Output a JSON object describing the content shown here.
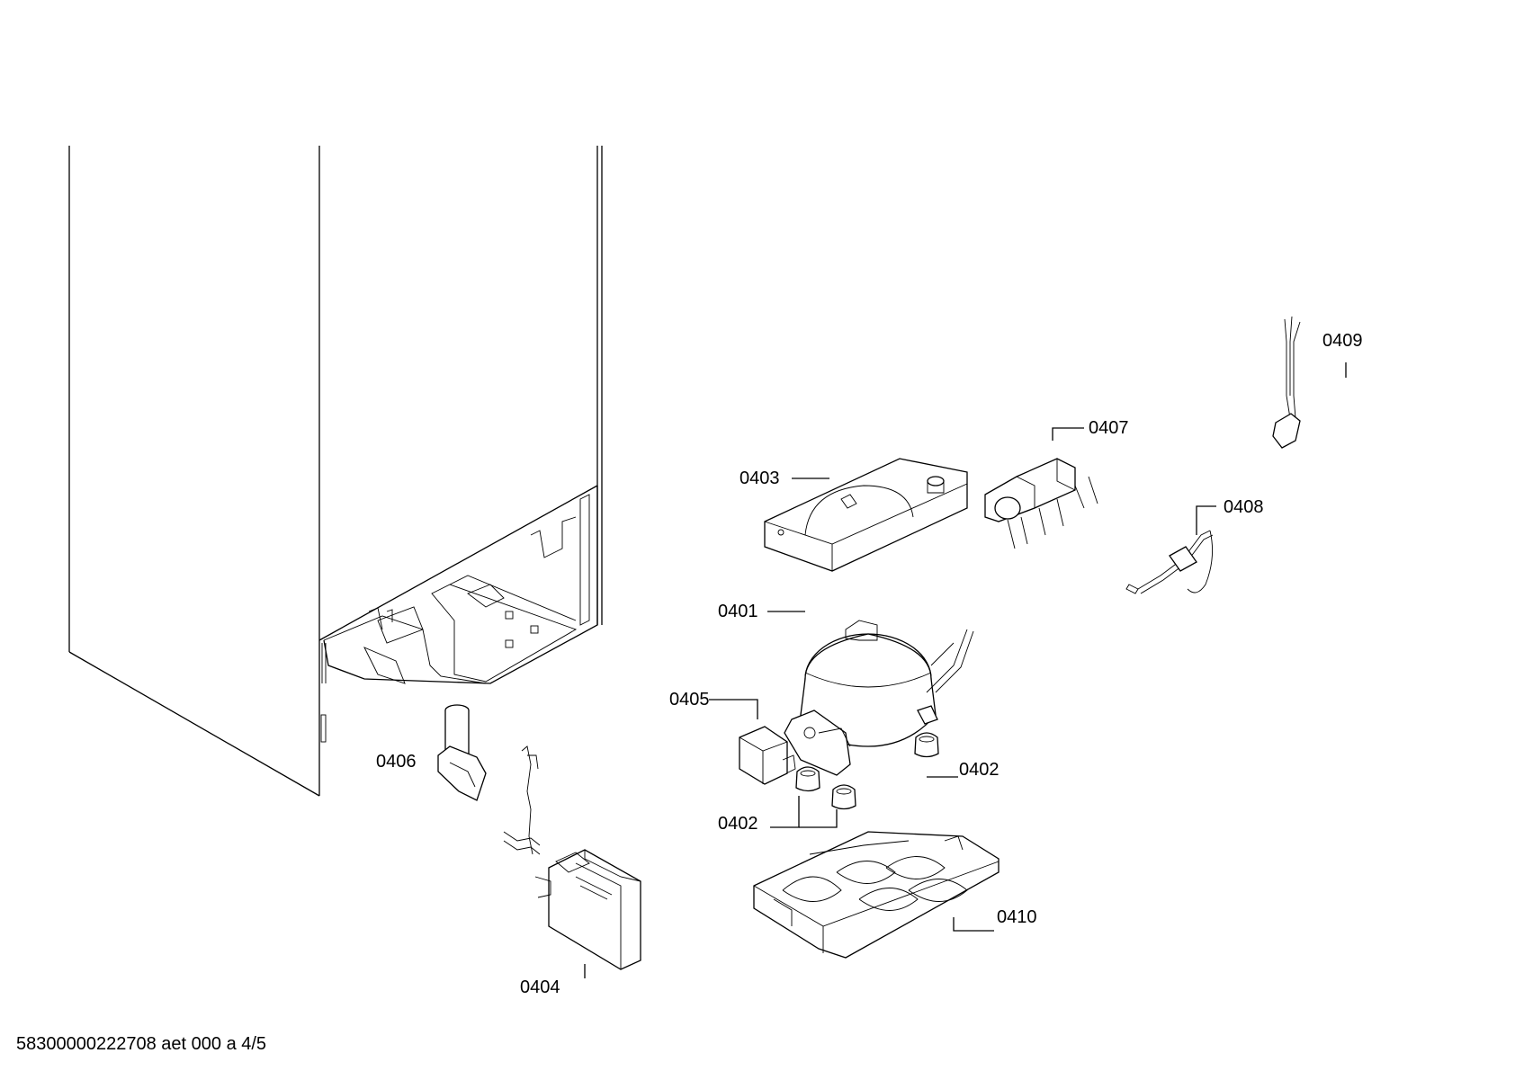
{
  "labels": {
    "p0401": "0401",
    "p0402a": "0402",
    "p0402b": "0402",
    "p0403": "0403",
    "p0404": "0404",
    "p0405": "0405",
    "p0406": "0406",
    "p0407": "0407",
    "p0408": "0408",
    "p0409": "0409",
    "p0410": "0410"
  },
  "footer": {
    "doc_id": "58300000222708 aet 000 a 4/5"
  }
}
